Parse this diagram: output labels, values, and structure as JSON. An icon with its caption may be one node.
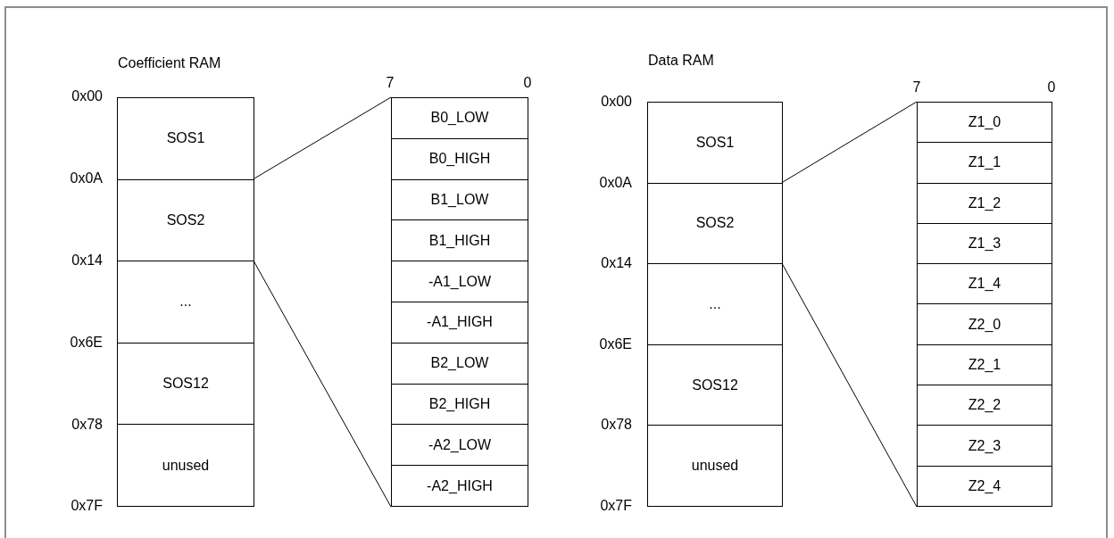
{
  "diagram": {
    "nodes": [
      {
        "text": [
          "Coefficient RAM"
        ]
      },
      {
        "text": [
          "SOS1"
        ],
        "in": 0
      },
      {
        "text": [
          "SOS2"
        ],
        "in": 0
      },
      {
        "text": [
          "..."
        ],
        "in": 0
      },
      {
        "text": [
          "SOS12"
        ],
        "in": 0
      },
      {
        "text": [
          "unused"
        ],
        "in": 0
      },
      {
        "text": [],
        "shape": "box"
      },
      {
        "text": [
          "B0_LOW"
        ],
        "in": 6
      },
      {
        "text": [
          "B0_HIGH"
        ],
        "in": 6
      },
      {
        "text": [
          "B1_LOW"
        ],
        "in": 6
      },
      {
        "text": [
          "B1_HIGH"
        ],
        "in": 6
      },
      {
        "text": [
          "-A1_LOW"
        ],
        "in": 6
      },
      {
        "text": [
          "-A1_HIGH"
        ],
        "in": 6
      },
      {
        "text": [
          "B2_LOW"
        ],
        "in": 6
      },
      {
        "text": [
          "B2_HIGH"
        ],
        "in": 6
      },
      {
        "text": [
          "-A2_LOW"
        ],
        "in": 6
      },
      {
        "text": [
          "-A2_HIGH"
        ],
        "in": 6
      },
      {
        "text": [
          "Data RAM"
        ]
      },
      {
        "text": [
          "SOS1"
        ],
        "in": 17
      },
      {
        "text": [
          "SOS2"
        ],
        "in": 17
      },
      {
        "text": [
          "..."
        ],
        "in": 17
      },
      {
        "text": [
          "SOS12"
        ],
        "in": 17
      },
      {
        "text": [
          "unused"
        ],
        "in": 17
      },
      {
        "text": [],
        "shape": "box"
      },
      {
        "text": [
          "Z1_0"
        ],
        "in": 23
      },
      {
        "text": [
          "Z1_1"
        ],
        "in": 23
      },
      {
        "text": [
          "Z1_2"
        ],
        "in": 23
      },
      {
        "text": [
          "Z1_3"
        ],
        "in": 23
      },
      {
        "text": [
          "Z1_4"
        ],
        "in": 23
      },
      {
        "text": [
          "Z2_0"
        ],
        "in": 23
      },
      {
        "text": [
          "Z2_1"
        ],
        "in": 23
      },
      {
        "text": [
          "Z2_2"
        ],
        "in": 23
      },
      {
        "text": [
          "Z2_3"
        ],
        "in": 23
      },
      {
        "text": [
          "Z2_4"
        ],
        "in": 23
      }
    ],
    "edges": [
      {
        "from": 2,
        "to": 6,
        "arrow": "none"
      },
      {
        "from": 2,
        "to": 6,
        "arrow": "none"
      },
      {
        "from": 19,
        "to": 23,
        "arrow": "none"
      },
      {
        "from": 19,
        "to": 23,
        "arrow": "none"
      }
    ],
    "labels": [
      "0x00",
      "0x0A",
      "0x14",
      "0x6E",
      "0x78",
      "0x7F",
      "7",
      "0",
      "0x00",
      "0x0A",
      "0x14",
      "0x6E",
      "0x78",
      "0x7F",
      "7",
      "0"
    ]
  }
}
